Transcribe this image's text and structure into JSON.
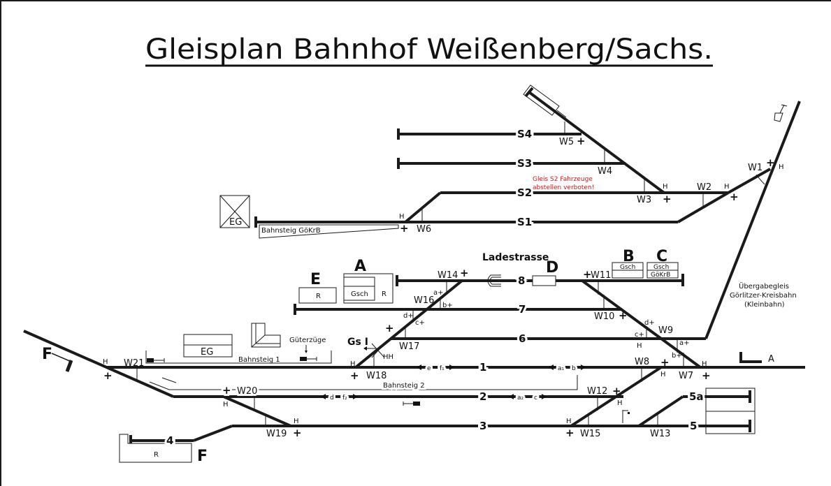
{
  "title": "Gleisplan Bahnhof Weißenberg/Sachs.",
  "colors": {
    "track": "#1a1a1a",
    "note": "#d01818",
    "section_letter": "#1060c0"
  },
  "tracks": {
    "s4": "S4",
    "s3": "S3",
    "s2": "S2",
    "s1": "S1",
    "t8": "8",
    "t7": "7",
    "t6": "6",
    "t1": "1",
    "t2": "2",
    "t3": "3",
    "t4": "4",
    "t5": "5",
    "t5a": "5a"
  },
  "switches": {
    "w1": "W1",
    "w2": "W2",
    "w3": "W3",
    "w4": "W4",
    "w5": "W5",
    "w6": "W6",
    "w7": "W7",
    "w8": "W8",
    "w9": "W9",
    "w10": "W10",
    "w11": "W11",
    "w12": "W12",
    "w13": "W13",
    "w14": "W14",
    "w15": "W15",
    "w16": "W16",
    "w17": "W17",
    "w18": "W18",
    "w19": "W19",
    "w20": "W20",
    "w21": "W21"
  },
  "markers": {
    "plus": "+",
    "h": "H",
    "hh": "HH",
    "a_plus": "a+",
    "b_plus": "b+",
    "c_plus": "c+",
    "d_plus": "d+",
    "a1": "a₁",
    "a2": "a₂",
    "b": "b",
    "c": "c",
    "d": "d",
    "e": "e",
    "f1": "f₁",
    "f2": "f₂",
    "gs1": "Gs I"
  },
  "sections": {
    "a": "A",
    "b": "B",
    "c": "C",
    "d": "D",
    "e": "E",
    "f": "F"
  },
  "buildings": {
    "eg": "EG",
    "r": "R",
    "gsch": "Gsch",
    "gokrb": "GöKrB"
  },
  "labels": {
    "ladestrasse": "Ladestrasse",
    "bahnsteig_gokrb": "Bahnsteig GöKrB",
    "bahnsteig_1": "Bahnsteig 1",
    "bahnsteig_2": "Bahnsteig 2",
    "gueterzuege": "Güterzüge",
    "uebergabe_1": "Übergabegleis",
    "uebergabe_2": "Görlitzer-Kreisbahn",
    "uebergabe_3": "(Kleinbahn)",
    "note_1": "Gleis S2 Fahrzeuge",
    "note_2": "abstellen verboten!",
    "dir_a": "A",
    "dir_f": "F"
  }
}
